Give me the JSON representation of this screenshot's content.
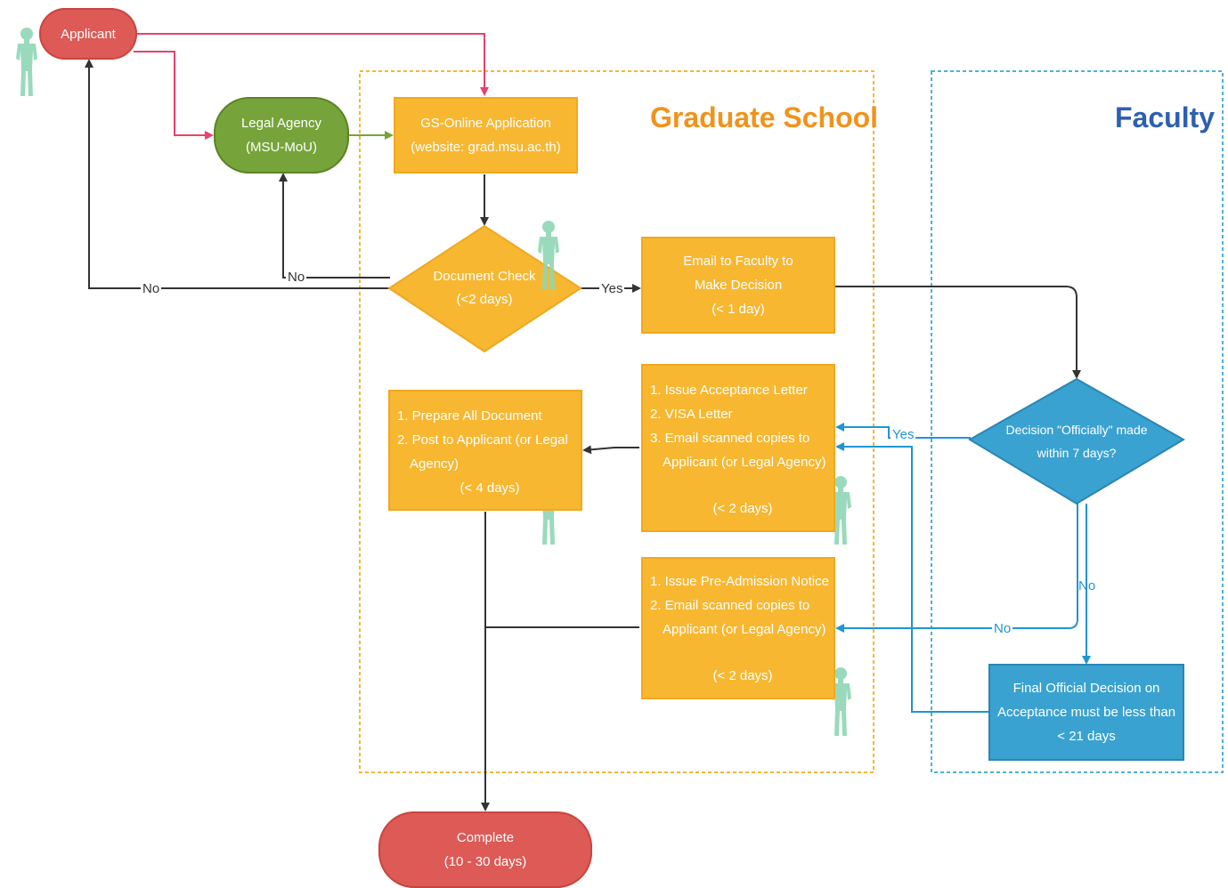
{
  "zones": {
    "graduate_school": "Graduate School",
    "faculty": "Faculty"
  },
  "nodes": {
    "applicant": "Applicant",
    "legal_agency": [
      "Legal Agency",
      "(MSU-MoU)"
    ],
    "gs_online": [
      "GS-Online Application",
      "(website: grad.msu.ac.th)"
    ],
    "document_check": [
      "Document  Check",
      "(<2 days)"
    ],
    "email_faculty": [
      "Email to Faculty to",
      "Make Decision",
      "(< 1 day)"
    ],
    "issue_acceptance": {
      "lines": [
        "1. Issue Acceptance Letter",
        "2.  VISA Letter",
        "3. Email scanned copies to",
        "    Applicant (or Legal Agency)"
      ],
      "duration": "(< 2 days)"
    },
    "prepare_docs": {
      "lines": [
        "1. Prepare All Document",
        "2. Post to Applicant (or Legal",
        "    Agency)"
      ],
      "duration": "(< 4 days)"
    },
    "pre_admission": {
      "lines": [
        "1. Issue Pre-Admission Notice",
        "2. Email scanned copies to",
        "    Applicant (or Legal Agency)"
      ],
      "duration": "(< 2 days)"
    },
    "decision": [
      "Decision \"Officially\" made",
      "within 7 days?"
    ],
    "final_decision": [
      "Final Official Decision on",
      "Acceptance must be less than",
      "< 21 days"
    ],
    "complete": [
      "Complete",
      "(10 - 30 days)"
    ]
  },
  "edge_labels": {
    "no_to_applicant": "No",
    "no_to_legal": "No",
    "yes_to_email": "Yes",
    "yes_to_acceptance": "Yes",
    "no_down": "No",
    "no_to_pre": "No"
  },
  "colors": {
    "orange": "#f7b731",
    "red": "#dd5a56",
    "green": "#77a43a",
    "blue": "#3aa2d0",
    "pink_arrow": "#e8426e",
    "dark_arrow": "#333333",
    "blue_arrow": "#1f95d3",
    "grad_title": "#f0931c",
    "faculty_title": "#2f5fb0",
    "person": "#8fd6b5"
  },
  "icons": [
    "person-icon"
  ]
}
